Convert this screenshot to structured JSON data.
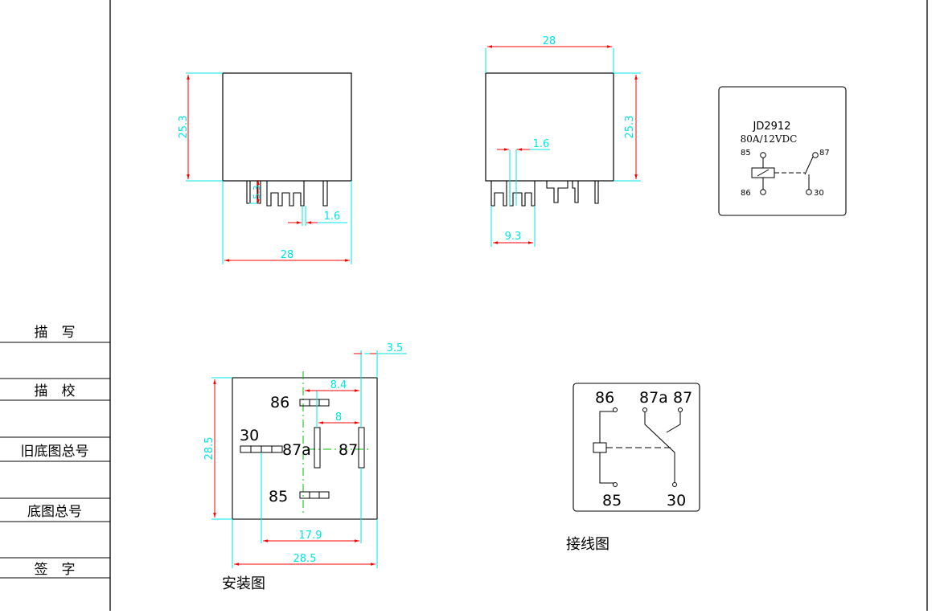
{
  "title_block": {
    "rows": [
      "描　写",
      "描　校",
      "旧底图总号",
      "底图总号",
      "签　字"
    ]
  },
  "front_view": {
    "height": "25.3",
    "pin_length": "5.3",
    "pin_width": "1.6",
    "width": "28"
  },
  "side_view": {
    "width": "28",
    "height": "25.3",
    "pin_width": "1.6",
    "pin_pitch": "9.3"
  },
  "label_plate": {
    "model": "JD2912",
    "rating": "80A/12VDC",
    "pins": {
      "p85": "85",
      "p86": "86",
      "p87": "87",
      "p30": "30"
    }
  },
  "mounting_view": {
    "caption": "安装图",
    "height": "28.5",
    "width": "28.5",
    "offset_right": "3.5",
    "dim_8_4": "8.4",
    "dim_8": "8",
    "dim_17_9": "17.9",
    "pins": {
      "p86": "86",
      "p30": "30",
      "p87a": "87a",
      "p87": "87",
      "p85": "85"
    }
  },
  "wiring_view": {
    "caption": "接线图",
    "pins": {
      "p86": "86",
      "p87a": "87a",
      "p87": "87",
      "p85": "85",
      "p30": "30"
    }
  },
  "colors": {
    "outline": "#000000",
    "dimension_line": "#00e5e5",
    "arrow": "#ff0000",
    "centerline": "#00c000"
  }
}
